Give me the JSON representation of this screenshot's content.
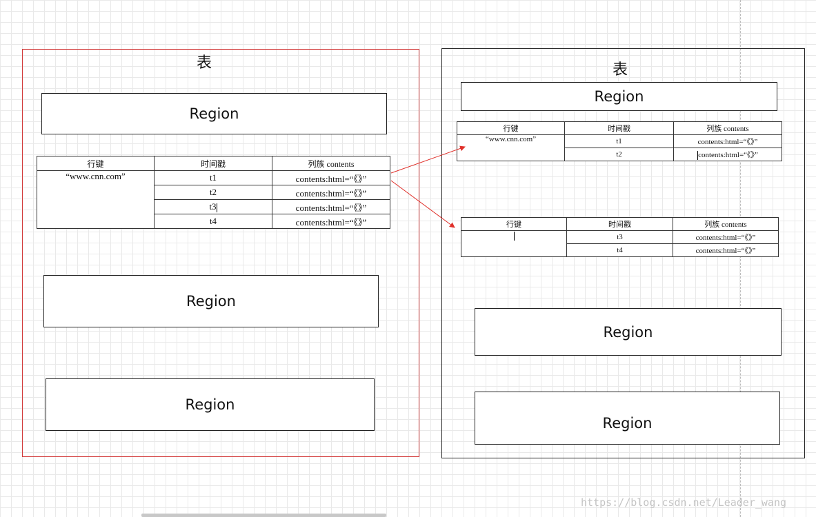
{
  "left_table": {
    "title": "表",
    "regions": [
      "Region",
      "Region",
      "Region"
    ],
    "grid": {
      "headers": [
        "行键",
        "时间戳",
        "列族 contents"
      ],
      "row_key": "“www.cnn.com”",
      "rows": [
        {
          "ts": "t1",
          "value": "contents:html=“《》”"
        },
        {
          "ts": "t2",
          "value": "contents:html=“《》”"
        },
        {
          "ts": "t3",
          "value": "contents:html=“《》”"
        },
        {
          "ts": "t4",
          "value": "contents:html=“《》”"
        }
      ]
    }
  },
  "right_table": {
    "title": "表",
    "regions": [
      "Region",
      "Region",
      "Region"
    ],
    "grid_top": {
      "headers": [
        "行键",
        "时间戳",
        "列族 contents"
      ],
      "row_key": "“www.cnn.com”",
      "rows": [
        {
          "ts": "t1",
          "value": "contents:html=“《》”"
        },
        {
          "ts": "t2",
          "value": "contents:html=“《》”"
        }
      ]
    },
    "grid_bottom": {
      "headers": [
        "行键",
        "时间戳",
        "列族 contents"
      ],
      "row_key": "",
      "rows": [
        {
          "ts": "t3",
          "value": "contents:html=“《》”"
        },
        {
          "ts": "t4",
          "value": "contents:html=“《》”"
        }
      ]
    }
  },
  "watermark": "https://blog.csdn.net/Leader_wang",
  "colors": {
    "left_frame": "#d23a3a",
    "arrow": "#e0302a",
    "grid": "#e9e9e9"
  }
}
